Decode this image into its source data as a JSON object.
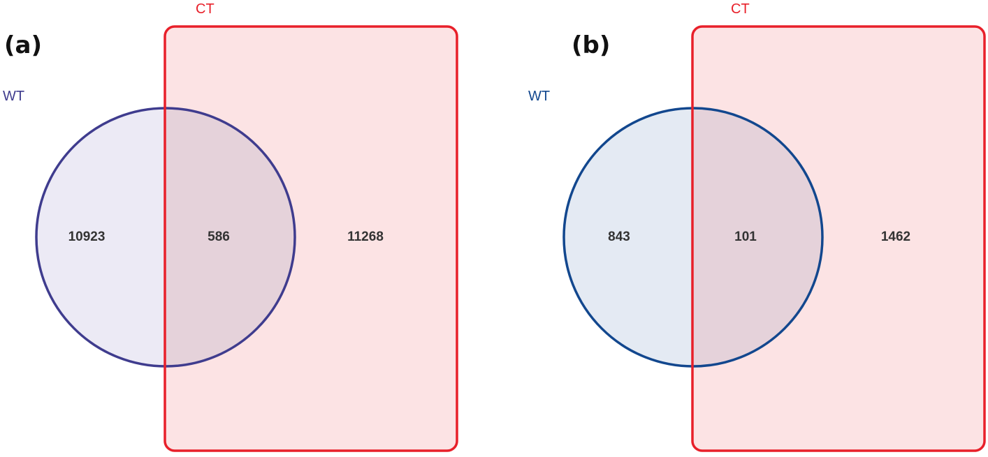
{
  "panels": [
    {
      "label": "(a)",
      "set_a": {
        "name": "WT",
        "color": "#3f3c8e",
        "fill": "#eceaf5"
      },
      "set_b": {
        "name": "CT",
        "color": "#e8202a",
        "fill": "#fce3e4"
      },
      "overlap_fill": "#e5d2da",
      "counts": {
        "only_a": "10923",
        "both": "586",
        "only_b": "11268"
      }
    },
    {
      "label": "(b)",
      "set_a": {
        "name": "WT",
        "color": "#12478e",
        "fill": "#e4eaf3"
      },
      "set_b": {
        "name": "CT",
        "color": "#e8202a",
        "fill": "#fce3e4"
      },
      "overlap_fill": "#e5d2da",
      "counts": {
        "only_a": "843",
        "both": "101",
        "only_b": "1462"
      }
    }
  ]
}
